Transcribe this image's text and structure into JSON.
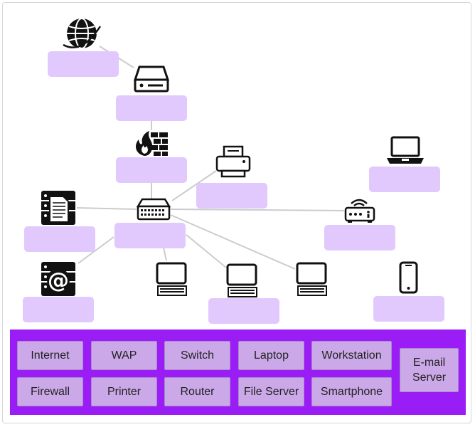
{
  "bank": {
    "labels": {
      "internet": "Internet",
      "wap": "WAP",
      "switch": "Switch",
      "laptop": "Laptop",
      "workstation": "Workstation",
      "email_server_line1": "E-mail",
      "email_server_line2": "Server",
      "firewall": "Firewall",
      "printer": "Printer",
      "router": "Router",
      "file_server": "File Server",
      "smartphone": "Smartphone"
    }
  },
  "colors": {
    "bank_background": "#9a1df6",
    "label_chip": "#cba9e8",
    "drop_zone": "#e2c9fd",
    "connection_line": "#cccccc"
  },
  "icons": [
    "globe-icon",
    "router-icon",
    "firewall-icon",
    "printer-icon",
    "laptop-icon",
    "file-server-icon",
    "switch-icon",
    "wap-icon",
    "email-server-icon",
    "workstation-icon",
    "smartphone-icon"
  ]
}
